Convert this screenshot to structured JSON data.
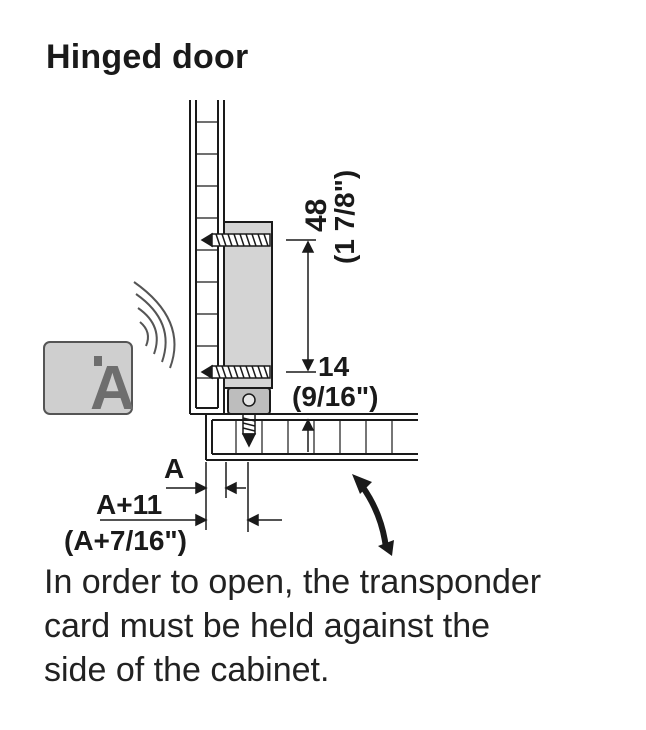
{
  "title": "Hinged door",
  "dimensions": {
    "vertical_spacing": "48",
    "vertical_spacing_inch": "(1 7/8\")",
    "bottom_offset": "14",
    "bottom_offset_inch": "(9/16\")",
    "gap_label": "A",
    "offset_label": "A+11",
    "offset_label_inch": "(A+7/16\")"
  },
  "card": {
    "logo_letter": "A",
    "icon": "transponder-card-icon",
    "signal_icon": "wireless-signal-icon"
  },
  "caption_lines": [
    "In order to open, the transponder",
    "card must be held against the",
    "side of the cabinet."
  ],
  "colors": {
    "line": "#1a1a1a",
    "lock_fill": "#d4d4d4",
    "card_fill": "#cfcfcf",
    "logo_fill": "#6e6e6e"
  }
}
